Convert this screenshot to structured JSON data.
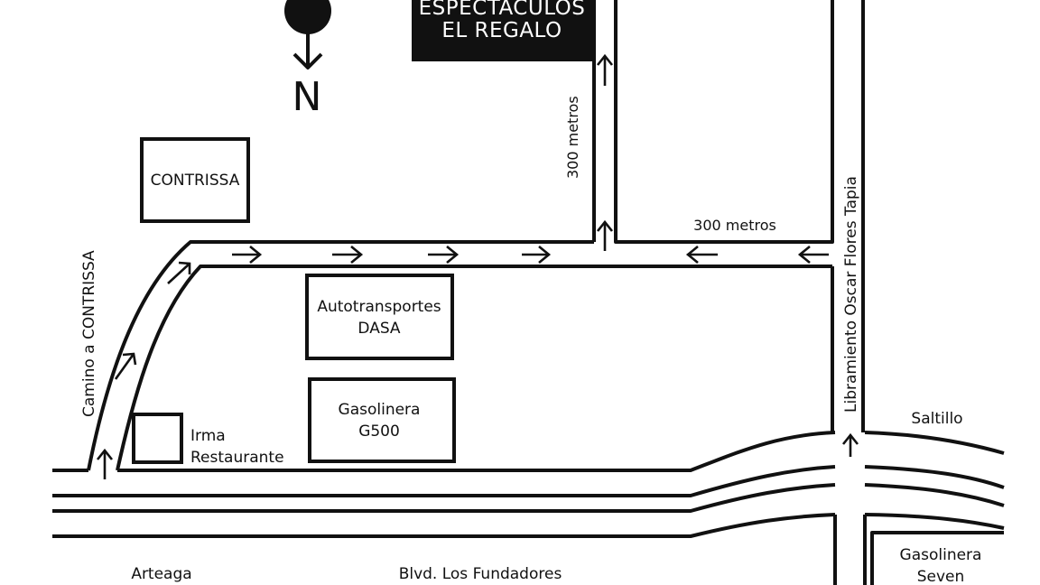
{
  "title_sign": {
    "line1": "ESPECTACULOS",
    "line2": "EL REGALO"
  },
  "compass": {
    "label": "N"
  },
  "landmarks": {
    "contrissa": "CONTRISSA",
    "dasa_line1": "Autotransportes",
    "dasa_line2": "DASA",
    "g500_line1": "Gasolinera",
    "g500_line2": "G500",
    "irma_line1": "Irma",
    "irma_line2": "Restaurante",
    "seven_line1": "Gasolinera",
    "seven_line2": "Seven"
  },
  "roads": {
    "camino": "Camino a CONTRISSA",
    "libramiento": "Libramiento Oscar Flores Tapia",
    "saltillo": "Saltillo",
    "arteaga": "Arteaga",
    "fundadores": "Blvd. Los Fundadores"
  },
  "distances": {
    "vertical": "300 metros",
    "horizontal": "300 metros"
  },
  "colors": {
    "ink": "#111111",
    "paper": "#ffffff",
    "sign_fill": "#111111"
  }
}
